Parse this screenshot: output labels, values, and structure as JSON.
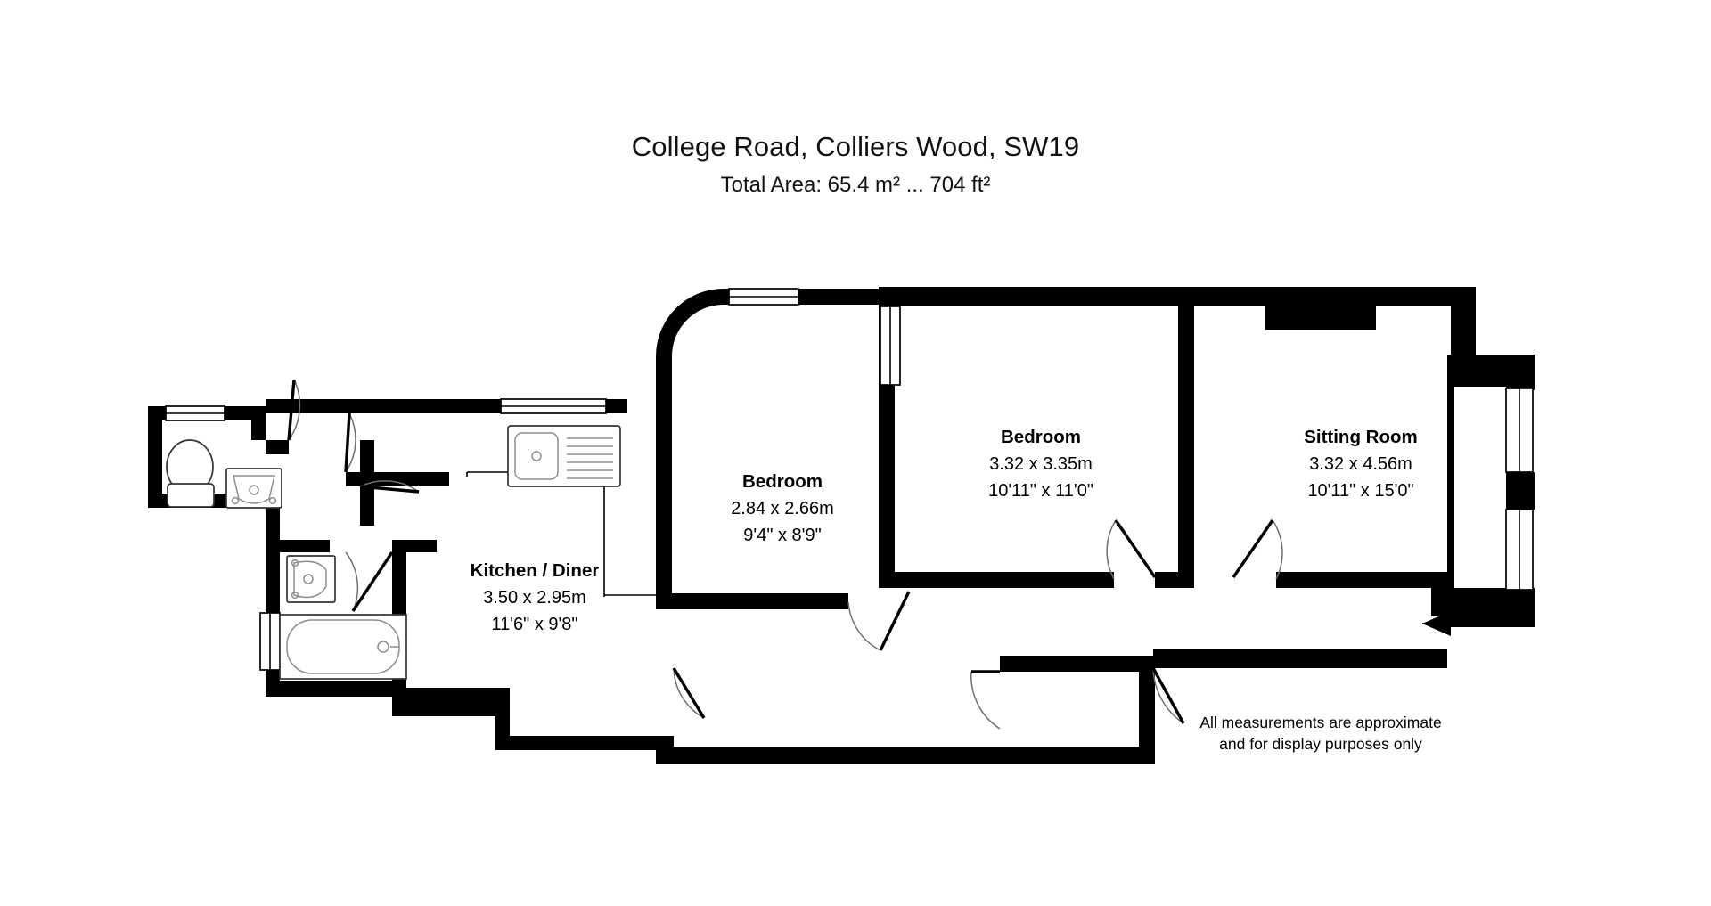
{
  "header": {
    "title": "College Road, Colliers Wood, SW19",
    "subtitle": "Total Area: 65.4 m² ... 704 ft²"
  },
  "rooms": [
    {
      "key": "kitchen_diner",
      "name": "Kitchen / Diner",
      "dim_metric": "3.50 x 2.95m",
      "dim_imperial": "11'6\" x 9'8\""
    },
    {
      "key": "bedroom_front",
      "name": "Bedroom",
      "dim_metric": "2.84 x 2.66m",
      "dim_imperial": "9'4\" x 8'9\""
    },
    {
      "key": "bedroom_main",
      "name": "Bedroom",
      "dim_metric": "3.32 x 3.35m",
      "dim_imperial": "10'11\" x 11'0\""
    },
    {
      "key": "sitting_room",
      "name": "Sitting Room",
      "dim_metric": "3.32 x 4.56m",
      "dim_imperial": "10'11\" x 15'0\""
    }
  ],
  "disclaimer": {
    "line1": "All measurements are approximate",
    "line2": "and for display purposes only"
  },
  "colors": {
    "wall": "#000000",
    "background": "#ffffff",
    "fixture_stroke": "#333333",
    "door_arc": "#6f6f6f"
  },
  "icons": {
    "entrance_arrow": "arrow-left-icon",
    "toilet": "toilet-icon",
    "wc_basin": "wash-basin-icon",
    "bath_basin": "wash-basin-icon",
    "bathtub": "bathtub-icon",
    "kitchen_sink": "kitchen-sink-icon"
  }
}
